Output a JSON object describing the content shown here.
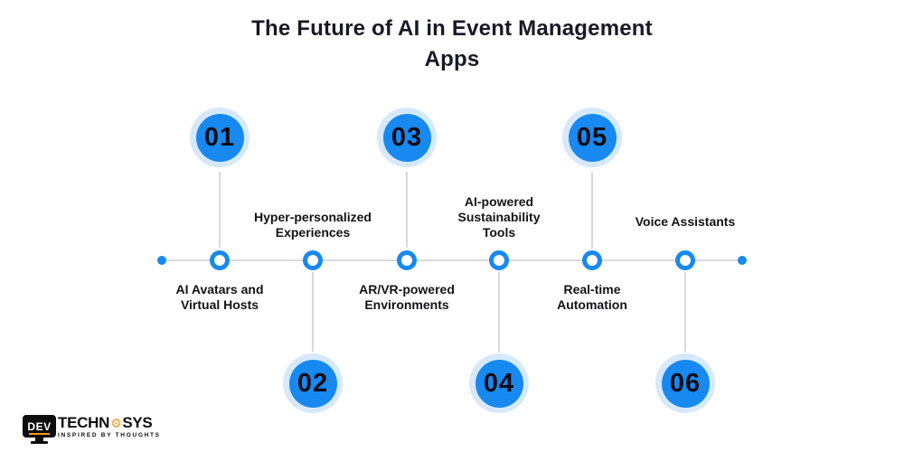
{
  "title": {
    "line1": "The Future of AI in Event Management",
    "line2": "Apps"
  },
  "timeline": {
    "items": [
      {
        "number": "01",
        "label": "AI Avatars and\nVirtual Hosts"
      },
      {
        "number": "02",
        "label": "Hyper-personalized\nExperiences"
      },
      {
        "number": "03",
        "label": "AR/VR-powered\nEnvironments"
      },
      {
        "number": "04",
        "label": "AI-powered\nSustainability\nTools"
      },
      {
        "number": "05",
        "label": "Real-time\nAutomation"
      },
      {
        "number": "06",
        "label": "Voice Assistants"
      }
    ]
  },
  "colors": {
    "primary_blue": "#1789f0",
    "halo_blue": "#d6e9fc",
    "connector_gray": "#d9d9d9",
    "text_dark": "#191927",
    "brand_orange": "#f7941d"
  },
  "logo": {
    "monitor_text": "DEV",
    "name_part1": "TECHN",
    "gear_icon": "⚙",
    "name_part2": "SYS",
    "tagline": "INSPIRED BY THOUGHTS"
  }
}
